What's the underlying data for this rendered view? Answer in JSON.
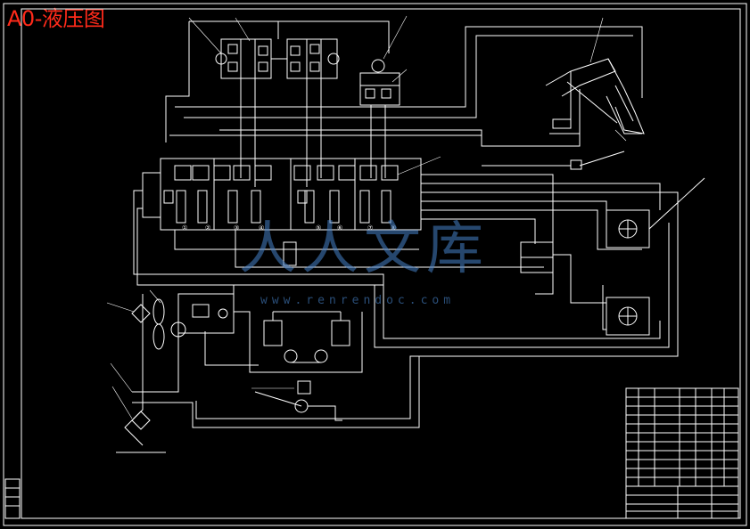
{
  "title": "A0-液压图",
  "watermark": {
    "text": "人人文库",
    "url": "www.renrendoc.com",
    "color": "#4682c8"
  },
  "colors": {
    "background": "#000000",
    "lines": "#ffffff",
    "title": "#ff2a1a"
  },
  "valve_numbers": [
    "①",
    "②",
    "③",
    "④",
    "⑤",
    "⑥",
    "⑦",
    "⑧"
  ]
}
